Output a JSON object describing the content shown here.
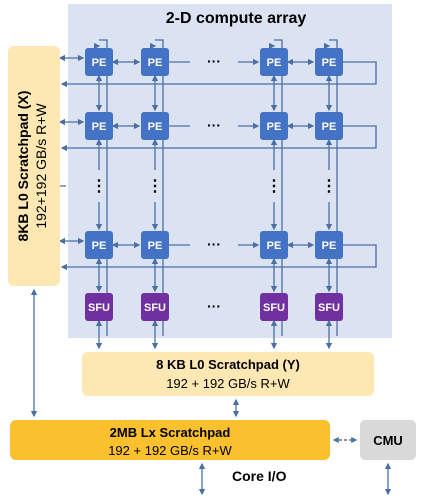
{
  "array_title": "2-D compute array",
  "pe_label": "PE",
  "sfu_label": "SFU",
  "ellipsis_h": "···",
  "ellipsis_v": "⋮",
  "scratchpad_x": {
    "title": "8KB L0 Scratchpad (X)",
    "bandwidth": "192+192 GB/s R+W"
  },
  "scratchpad_y": {
    "title": "8 KB L0 Scratchpad (Y)",
    "bandwidth": "192 + 192 GB/s R+W"
  },
  "scratchpad_lx": {
    "title": "2MB Lx Scratchpad",
    "bandwidth": "192 + 192 GB/s R+W"
  },
  "cmu_label": "CMU",
  "core_io_label": "Core I/O",
  "colors": {
    "array_bg": "#dbe3f3",
    "pe_fill": "#4472c4",
    "sfu_fill": "#7030a0",
    "scratch_light": "#fde7b3",
    "scratch_dark": "#fbc02d",
    "cmu_fill": "#d9d9d9",
    "line": "#4a6fa5"
  }
}
